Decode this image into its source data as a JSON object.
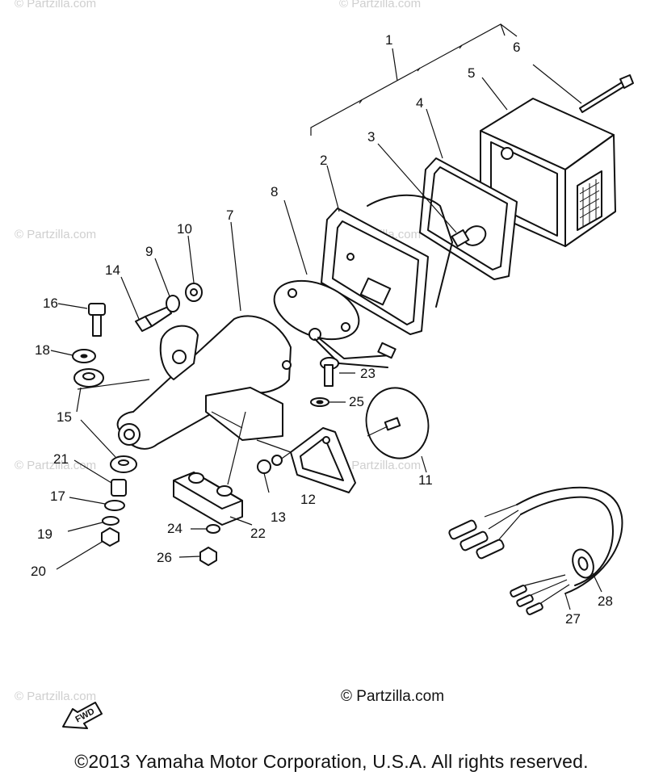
{
  "watermark": "© Partzilla.com",
  "credit": "© Partzilla.com",
  "copyright": "©2013 Yamaha Motor Corporation, U.S.A. All rights reserved.",
  "fwd_label": "FWD",
  "callouts": [
    "1",
    "2",
    "3",
    "4",
    "5",
    "6",
    "7",
    "8",
    "9",
    "10",
    "11",
    "12",
    "13",
    "14",
    "15",
    "16",
    "17",
    "18",
    "19",
    "20",
    "21",
    "22",
    "23",
    "24",
    "25",
    "26",
    "27",
    "28"
  ]
}
